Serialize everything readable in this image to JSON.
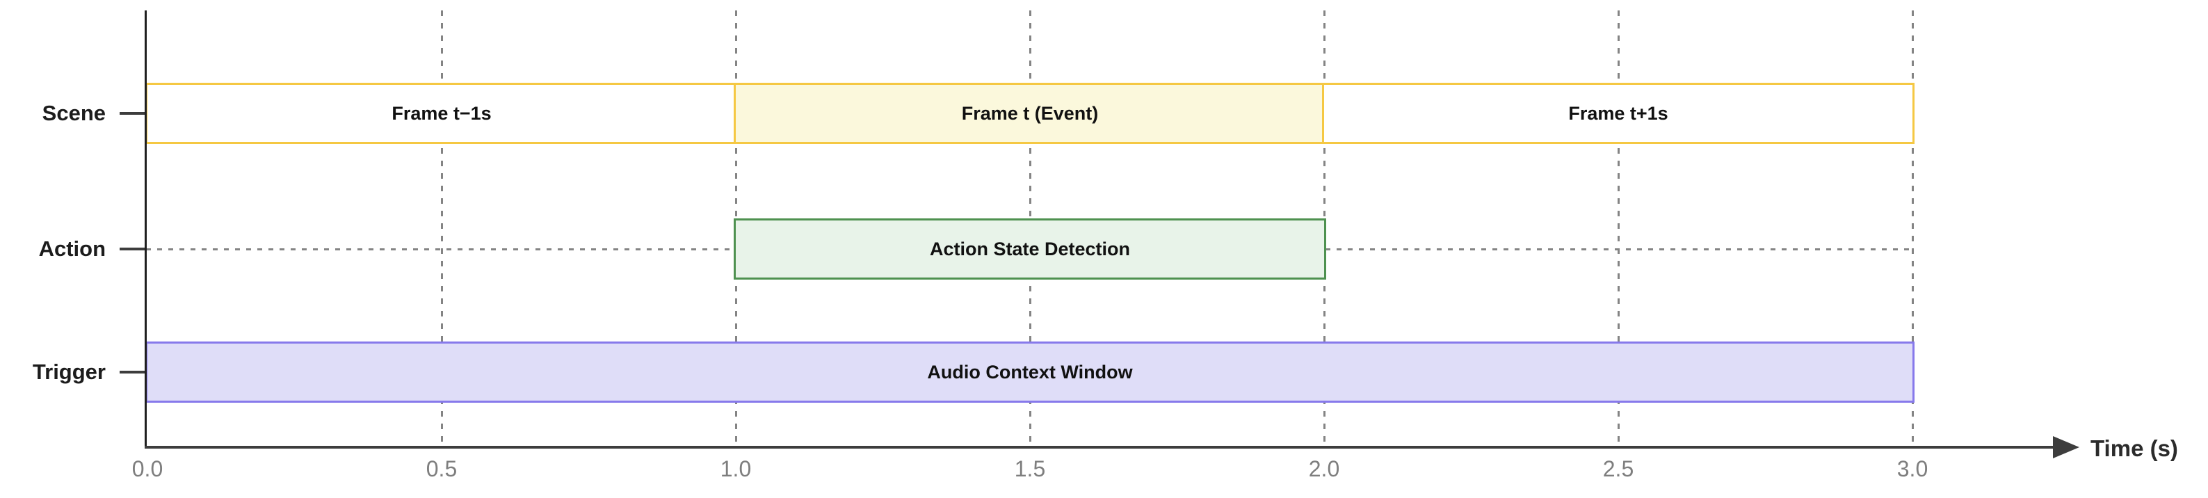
{
  "chart_data": {
    "type": "timeline",
    "title": "",
    "xlabel": "Time (s)",
    "ylabel": "",
    "xlim": [
      0.0,
      3.0
    ],
    "xtick_values": [
      0.0,
      0.5,
      1.0,
      1.5,
      2.0,
      2.5,
      3.0
    ],
    "xtick_labels": [
      "0.0",
      "0.5",
      "1.0",
      "1.5",
      "2.0",
      "2.5",
      "3.0"
    ],
    "grid": {
      "vertical_lines_at": [
        0.5,
        1.0,
        1.5,
        2.0,
        2.5,
        3.0
      ],
      "horizontal_line_at_each_row_center": true,
      "style": "dotted"
    },
    "legend": "none",
    "rows": [
      {
        "label": "Scene",
        "bars": [
          {
            "label": "Frame t−1s",
            "start": 0.0,
            "end": 1.0,
            "fill": "#FFFFFF",
            "border": "#F5C843"
          },
          {
            "label": "Frame t (Event)",
            "start": 1.0,
            "end": 2.0,
            "fill": "#FBF8DC",
            "border": "#F5C843"
          },
          {
            "label": "Frame t+1s",
            "start": 2.0,
            "end": 3.0,
            "fill": "#FFFFFF",
            "border": "#F5C843"
          }
        ]
      },
      {
        "label": "Action",
        "bars": [
          {
            "label": "Action State Detection",
            "start": 1.0,
            "end": 2.0,
            "fill": "#E8F3E9",
            "border": "#4E9150"
          }
        ]
      },
      {
        "label": "Trigger",
        "bars": [
          {
            "label": "Audio Context Window",
            "start": 0.0,
            "end": 3.0,
            "fill": "#DFDDF8",
            "border": "#8779EB"
          }
        ]
      }
    ],
    "colors": {
      "axis": "#3d3d3d",
      "grid": "#848484",
      "tick_label": "#7e7e7e",
      "row_label": "#1c1c1c",
      "bar_label": "#111111"
    }
  }
}
